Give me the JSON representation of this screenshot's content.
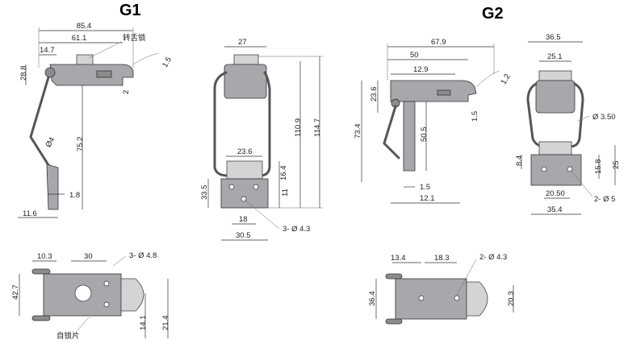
{
  "titles": {
    "g1": "G1",
    "g2": "G2"
  },
  "g1": {
    "side": {
      "d1": "85.4",
      "d2": "61.1",
      "d3": "14.7",
      "d4": "28.8",
      "d5": "75.2",
      "d6": "1.8",
      "d7": "11.6",
      "d8": "2",
      "d9": "1.5",
      "dia": "Ø4",
      "label_turn": "转舌锁"
    },
    "front": {
      "d1": "27",
      "d2": "110.9",
      "d3": "114.7",
      "d4": "23.6",
      "d5": "16.4",
      "d6": "11",
      "d7": "33.5",
      "d8": "18",
      "d9": "30.5",
      "holes": "3- Ø 4.3"
    },
    "top": {
      "d1": "10.3",
      "d2": "30",
      "d3": "42.7",
      "d4": "14.1",
      "d5": "21.4",
      "holes": "3- Ø 4.8",
      "label_self": "自锁片"
    }
  },
  "g2": {
    "side": {
      "d1": "67.9",
      "d2": "50",
      "d3": "12.9",
      "d4": "23.6",
      "d5": "73.4",
      "d6": "50.5",
      "d7": "1.5",
      "d8": "1.5",
      "d9": "12.1",
      "d10": "1.2"
    },
    "front": {
      "d1": "36.5",
      "d2": "25.1",
      "d3": "Ø 3.50",
      "d4": "8.4",
      "d5": "15.8",
      "d6": "25",
      "d7": "20.50",
      "d8": "35.4",
      "holes": "2- Ø 5"
    },
    "top": {
      "d1": "13.4",
      "d2": "18.3",
      "d3": "36.4",
      "d4": "20.3",
      "holes": "2- Ø 4.3"
    }
  }
}
